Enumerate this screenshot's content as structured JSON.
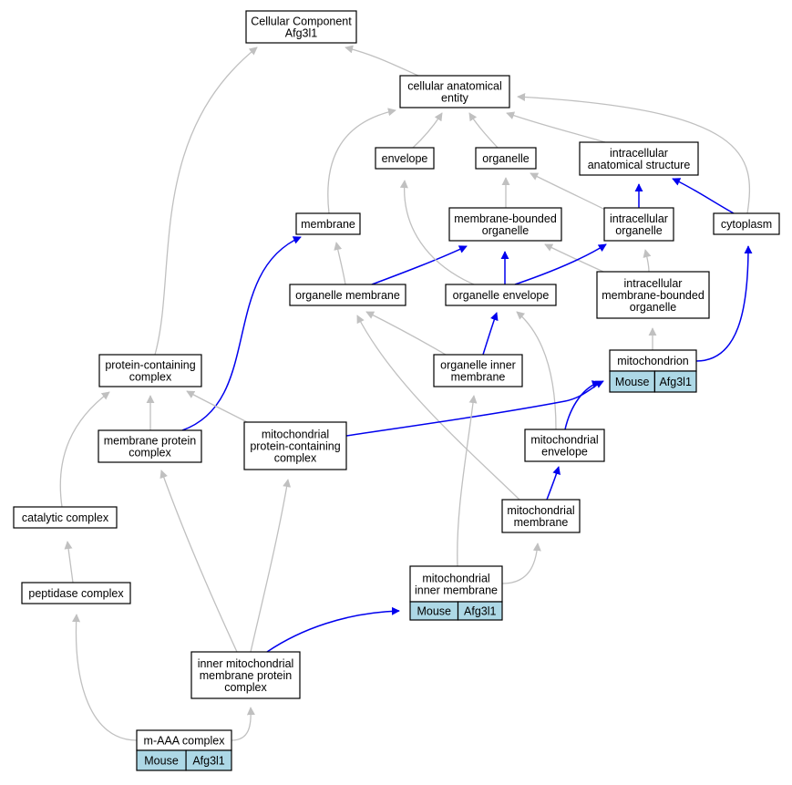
{
  "colors": {
    "grey_edge": "#c0c0c0",
    "blue_edge": "#0000ee",
    "annotation_fill": "#add8e6",
    "node_fill": "#ffffff"
  },
  "nodes": {
    "root": [
      "Cellular Component",
      "Afg3l1"
    ],
    "cae": [
      "cellular anatomical",
      "entity"
    ],
    "envelope": [
      "envelope"
    ],
    "organelle": [
      "organelle"
    ],
    "ias": [
      "intracellular",
      "anatomical structure"
    ],
    "membrane": [
      "membrane"
    ],
    "mbo": [
      "membrane-bounded",
      "organelle"
    ],
    "io": [
      "intracellular",
      "organelle"
    ],
    "cytoplasm": [
      "cytoplasm"
    ],
    "om": [
      "organelle membrane"
    ],
    "oe": [
      "organelle envelope"
    ],
    "imbo": [
      "intracellular",
      "membrane-bounded",
      "organelle"
    ],
    "mito": [
      "mitochondrion"
    ],
    "pcc": [
      "protein-containing",
      "complex"
    ],
    "oim": [
      "organelle inner",
      "membrane"
    ],
    "mpc": [
      "membrane protein",
      "complex"
    ],
    "mpcc": [
      "mitochondrial",
      "protein-containing",
      "complex"
    ],
    "menv": [
      "mitochondrial",
      "envelope"
    ],
    "cc": [
      "catalytic complex"
    ],
    "mm": [
      "mitochondrial",
      "membrane"
    ],
    "mim": [
      "mitochondrial",
      "inner membrane"
    ],
    "pepc": [
      "peptidase complex"
    ],
    "impc": [
      "inner mitochondrial",
      "membrane protein",
      "complex"
    ],
    "maaa": [
      "m-AAA complex"
    ]
  },
  "annotations": {
    "mito": [
      "Mouse",
      "Afg3l1"
    ],
    "mim": [
      "Mouse",
      "Afg3l1"
    ],
    "maaa": [
      "Mouse",
      "Afg3l1"
    ]
  },
  "edges": [
    {
      "from": "cae",
      "to": "root",
      "color": "grey"
    },
    {
      "from": "pcc",
      "to": "root",
      "color": "grey"
    },
    {
      "from": "envelope",
      "to": "cae",
      "color": "grey"
    },
    {
      "from": "organelle",
      "to": "cae",
      "color": "grey"
    },
    {
      "from": "ias",
      "to": "cae",
      "color": "grey"
    },
    {
      "from": "membrane",
      "to": "cae",
      "color": "grey"
    },
    {
      "from": "cytoplasm",
      "to": "cae",
      "color": "grey"
    },
    {
      "from": "mbo",
      "to": "organelle",
      "color": "grey"
    },
    {
      "from": "io",
      "to": "organelle",
      "color": "grey"
    },
    {
      "from": "io",
      "to": "ias",
      "color": "blue"
    },
    {
      "from": "cytoplasm",
      "to": "ias",
      "color": "blue"
    },
    {
      "from": "om",
      "to": "membrane",
      "color": "grey"
    },
    {
      "from": "mpc",
      "to": "membrane",
      "color": "blue"
    },
    {
      "from": "om",
      "to": "mbo",
      "color": "blue"
    },
    {
      "from": "oe",
      "to": "mbo",
      "color": "blue"
    },
    {
      "from": "imbo",
      "to": "mbo",
      "color": "grey"
    },
    {
      "from": "oe",
      "to": "io",
      "color": "blue"
    },
    {
      "from": "imbo",
      "to": "io",
      "color": "grey"
    },
    {
      "from": "oe",
      "to": "envelope",
      "color": "grey"
    },
    {
      "from": "mito",
      "to": "imbo",
      "color": "grey"
    },
    {
      "from": "mito",
      "to": "cytoplasm",
      "color": "blue"
    },
    {
      "from": "oim",
      "to": "om",
      "color": "grey"
    },
    {
      "from": "mm",
      "to": "om",
      "color": "grey"
    },
    {
      "from": "oim",
      "to": "oe",
      "color": "blue"
    },
    {
      "from": "menv",
      "to": "oe",
      "color": "grey"
    },
    {
      "from": "mpcc",
      "to": "mito",
      "color": "blue"
    },
    {
      "from": "menv",
      "to": "mito",
      "color": "blue"
    },
    {
      "from": "mpc",
      "to": "pcc",
      "color": "grey"
    },
    {
      "from": "mpcc",
      "to": "pcc",
      "color": "grey"
    },
    {
      "from": "cc",
      "to": "pcc",
      "color": "grey"
    },
    {
      "from": "mim",
      "to": "oim",
      "color": "grey"
    },
    {
      "from": "mm",
      "to": "menv",
      "color": "blue"
    },
    {
      "from": "mim",
      "to": "mm",
      "color": "grey"
    },
    {
      "from": "pepc",
      "to": "cc",
      "color": "grey"
    },
    {
      "from": "impc",
      "to": "mpc",
      "color": "grey"
    },
    {
      "from": "impc",
      "to": "mpcc",
      "color": "grey"
    },
    {
      "from": "impc",
      "to": "mim",
      "color": "blue"
    },
    {
      "from": "maaa",
      "to": "pepc",
      "color": "grey"
    },
    {
      "from": "maaa",
      "to": "impc",
      "color": "grey"
    }
  ]
}
